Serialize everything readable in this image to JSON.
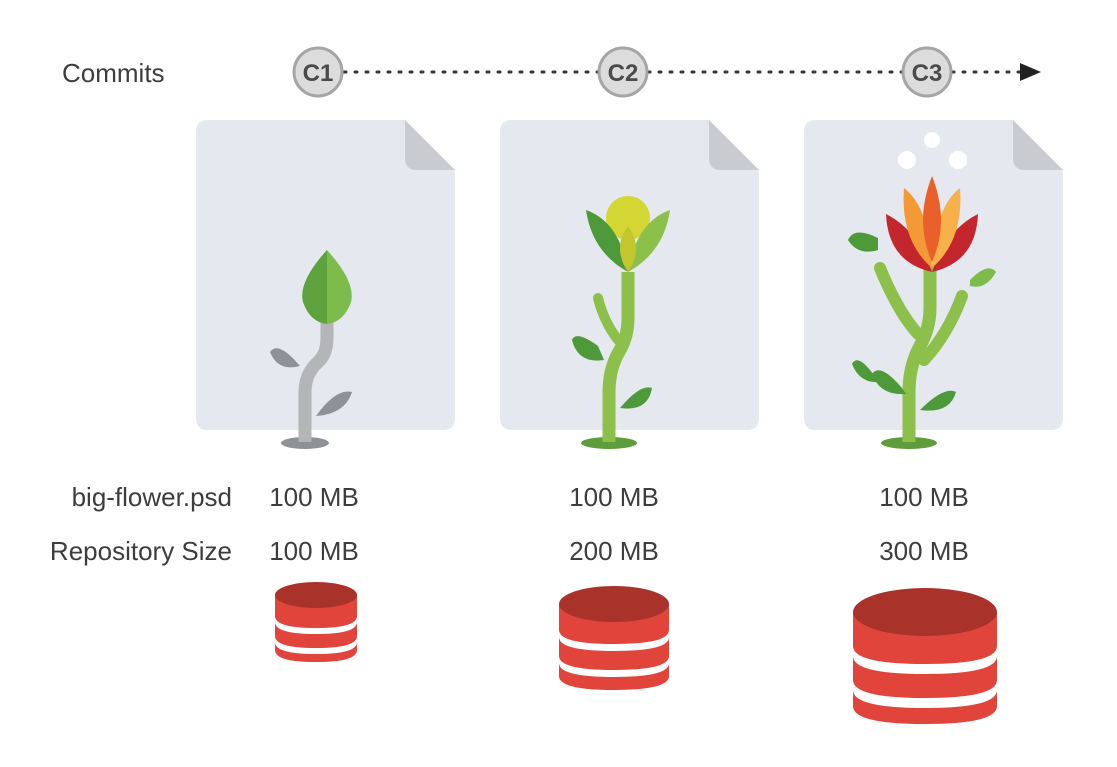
{
  "timeline": {
    "label": "Commits",
    "commits": [
      "C1",
      "C2",
      "C3"
    ]
  },
  "rows": {
    "file_label": "big-flower.psd",
    "repo_label": "Repository Size"
  },
  "columns": [
    {
      "commit": "C1",
      "file_size": "100 MB",
      "repo_size": "100 MB",
      "stage": "sprout"
    },
    {
      "commit": "C2",
      "file_size": "100 MB",
      "repo_size": "200 MB",
      "stage": "bud"
    },
    {
      "commit": "C3",
      "file_size": "100 MB",
      "repo_size": "300 MB",
      "stage": "bloom"
    }
  ],
  "colors": {
    "document": "#e6e8ef",
    "document_fold": "#c9cbd1",
    "stem_green": "#8cc04b",
    "leaf_dark": "#4e9a3a",
    "leaf_light": "#7dbb4a",
    "stem_gray": "#b3b5b8",
    "db_top": "#a9322b",
    "db_body": "#e0443a",
    "db_stripe": "#ffffff",
    "flower_red": "#c4262e",
    "flower_orange": "#f39a37",
    "bud_yellow": "#d4d634"
  }
}
